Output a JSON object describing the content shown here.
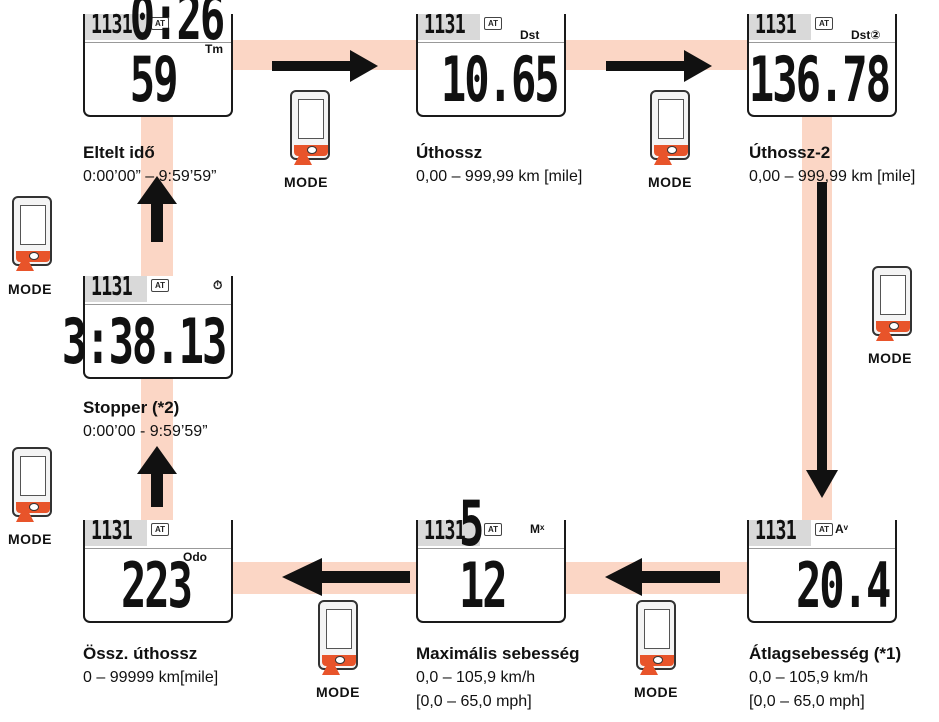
{
  "screens": [
    {
      "clock": "1131",
      "unit": "Tm",
      "big": "0:26 59",
      "at": "AT"
    },
    {
      "clock": "1131",
      "unit": "Dst",
      "big": "10.65",
      "at": "AT"
    },
    {
      "clock": "1131",
      "unit": "Dst②",
      "big": "136.78",
      "at": "AT"
    },
    {
      "clock": "1131",
      "unit": "⏱",
      "big": "3:38.13",
      "at": "AT"
    },
    {
      "clock": "1131",
      "unit": "Odo",
      "big": "223",
      "at": "AT"
    },
    {
      "clock": "1131",
      "unit": "Mˣ",
      "big": "5 12",
      "at": "AT"
    },
    {
      "clock": "1131",
      "unit": "Aᵛ",
      "big": "20.4",
      "at": "AT"
    }
  ],
  "labels": {
    "elapsed": {
      "title": "Eltelt idő",
      "range": "0:00’00” – 9:59’59”"
    },
    "trip": {
      "title": "Úthossz",
      "range": "0,00 – 999,99 km [mile]"
    },
    "trip2": {
      "title": "Úthossz-2",
      "range": "0,00 – 999,99 km [mile]"
    },
    "stopwatch": {
      "title": "Stopper (*2)",
      "range": "0:00’00 - 9:59’59”"
    },
    "odo": {
      "title": "Össz. úthossz",
      "range": "0 – 99999 km[mile]"
    },
    "max": {
      "title": "Maximális sebesség",
      "range1": "0,0 – 105,9 km/h",
      "range2": "[0,0 – 65,0 mph]"
    },
    "avg": {
      "title": "Átlagsebesség (*1)",
      "range1": "0,0 – 105,9 km/h",
      "range2": "[0,0 – 65,0 mph]"
    }
  },
  "mode_label": "MODE",
  "colors": {
    "band": "#fbd6c5",
    "accent": "#e8542a",
    "text": "#111111"
  }
}
